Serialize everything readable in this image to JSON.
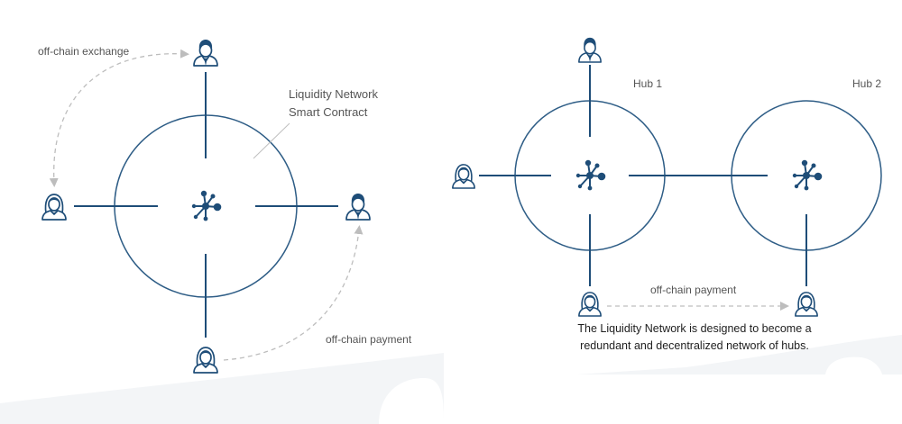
{
  "colors": {
    "primary": "#1e4d78",
    "circle": "#2e5d86",
    "dashed": "#bdbdbd",
    "text": "#555555",
    "caption": "#1e1e1e",
    "background_wave": "#eef1f4"
  },
  "left_diagram": {
    "contract_label_line1": "Liquidity Network",
    "contract_label_line2": "Smart Contract",
    "exchange_label": "off-chain exchange",
    "payment_label": "off-chain payment",
    "hub_icon": "network-hub-icon",
    "user_icons": [
      "male-user-icon",
      "female-user-icon",
      "male-user-icon",
      "female-user-icon"
    ]
  },
  "right_diagram": {
    "hub1_label": "Hub 1",
    "hub2_label": "Hub 2",
    "payment_label": "off-chain payment",
    "caption_line1": "The Liquidity Network is designed to become a",
    "caption_line2": "redundant and decentralized network of hubs."
  }
}
